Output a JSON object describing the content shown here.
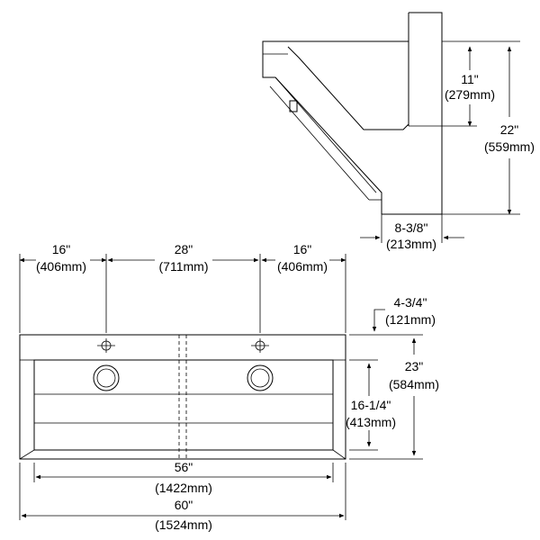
{
  "side_view": {
    "dim_11": {
      "imperial": "11\"",
      "metric": "(279mm)"
    },
    "dim_22": {
      "imperial": "22\"",
      "metric": "(559mm)"
    },
    "dim_8_3_8": {
      "imperial": "8-3/8\"",
      "metric": "(213mm)"
    }
  },
  "front_view": {
    "dim_16_left": {
      "imperial": "16\"",
      "metric": "(406mm)"
    },
    "dim_28": {
      "imperial": "28\"",
      "metric": "(711mm)"
    },
    "dim_16_right": {
      "imperial": "16\"",
      "metric": "(406mm)"
    },
    "dim_4_3_4": {
      "imperial": "4-3/4\"",
      "metric": "(121mm)"
    },
    "dim_23": {
      "imperial": "23\"",
      "metric": "(584mm)"
    },
    "dim_16_1_4": {
      "imperial": "16-1/4\"",
      "metric": "(413mm)"
    },
    "dim_56": {
      "imperial": "56\"",
      "metric": "(1422mm)"
    },
    "dim_60": {
      "imperial": "60\"",
      "metric": "(1524mm)"
    }
  }
}
